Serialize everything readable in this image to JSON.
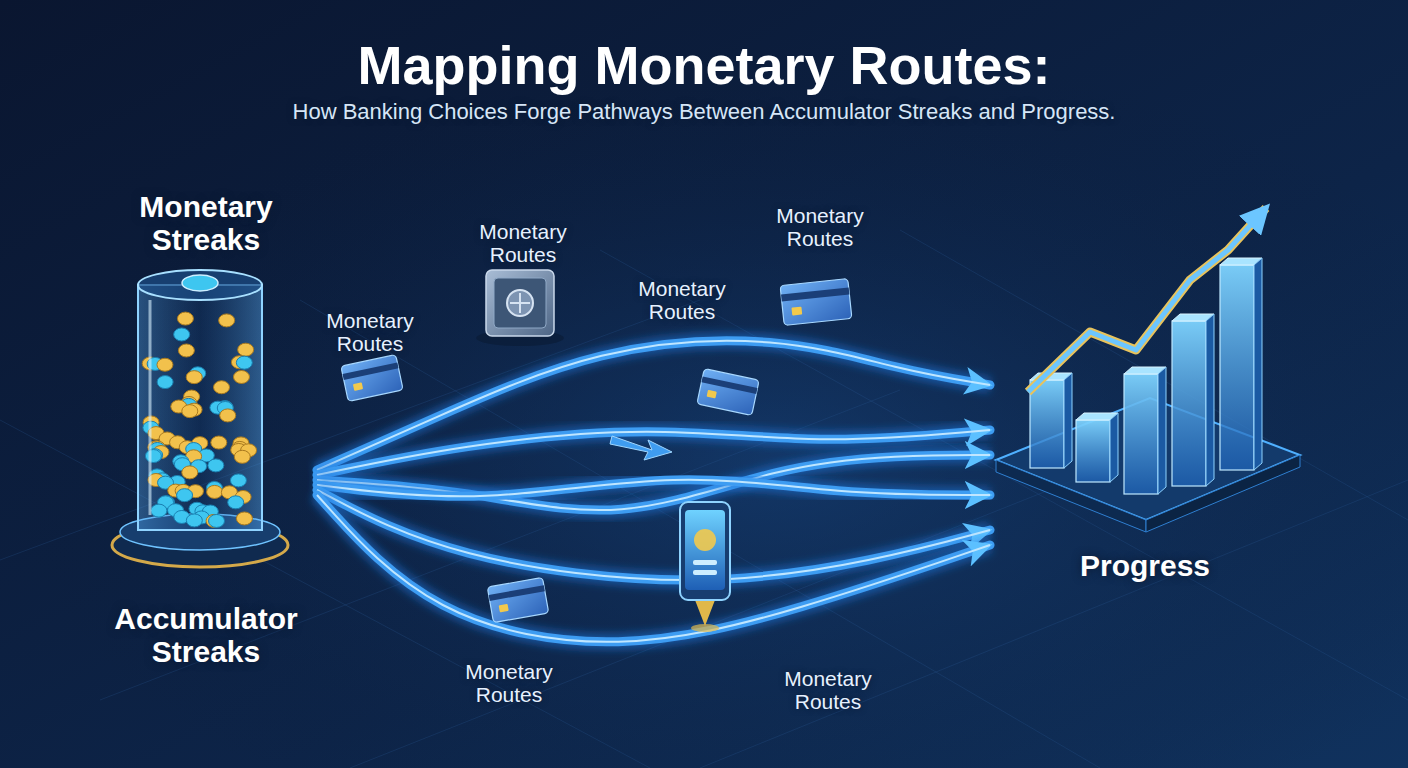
{
  "diagram": {
    "title": "Mapping Monetary Routes:",
    "nodes": [
      {
        "text": [
          "Monetary Streaks",
          "Accumulator Streaks"
        ]
      },
      {
        "text": [
          "Progress"
        ]
      }
    ],
    "edges": [
      {
        "from": 0,
        "to": 1,
        "arrow": "to"
      },
      {
        "from": 0,
        "to": 1,
        "arrow": "to"
      },
      {
        "from": 0,
        "to": 1,
        "arrow": "to"
      },
      {
        "from": 0,
        "to": 1,
        "arrow": "to"
      },
      {
        "from": 0,
        "to": 1,
        "arrow": "to"
      },
      {
        "from": 0,
        "to": 1,
        "arrow": "to"
      }
    ],
    "labels": [
      "How Banking Choices Forge Pathways Between Accumulator Streaks and Progress.",
      "Monetary Routes",
      "Monetary Routes",
      "Monetary Routes",
      "Monetary Routes",
      "Monetary Routes",
      "Monetary Routes"
    ]
  }
}
